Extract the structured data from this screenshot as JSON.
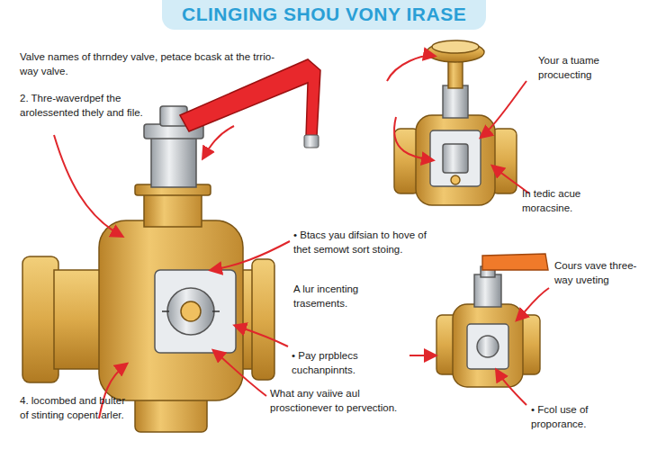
{
  "diagram": {
    "title": "CLINGING SHOU VONY IRASE",
    "labels": [
      "Valve names of thrndey valve, petace bcask at the trrio-way valve.",
      "2. Thre-waverdpef the arolessented thely and file.",
      "• Btacs yau difsian to hove of thet semowt sort stoing.",
      "A lur incenting trasements.",
      "• Pay prpblecs cuchanpinnts.",
      "What any vaiive aul prosctionever to pervection.",
      "4. locombed and bulter of stinting copent arler.",
      "Your a tuame procuecting",
      "In tedic acue moracsine.",
      "Cours vave three-way uveting",
      "• Fcol use of proporance."
    ]
  }
}
